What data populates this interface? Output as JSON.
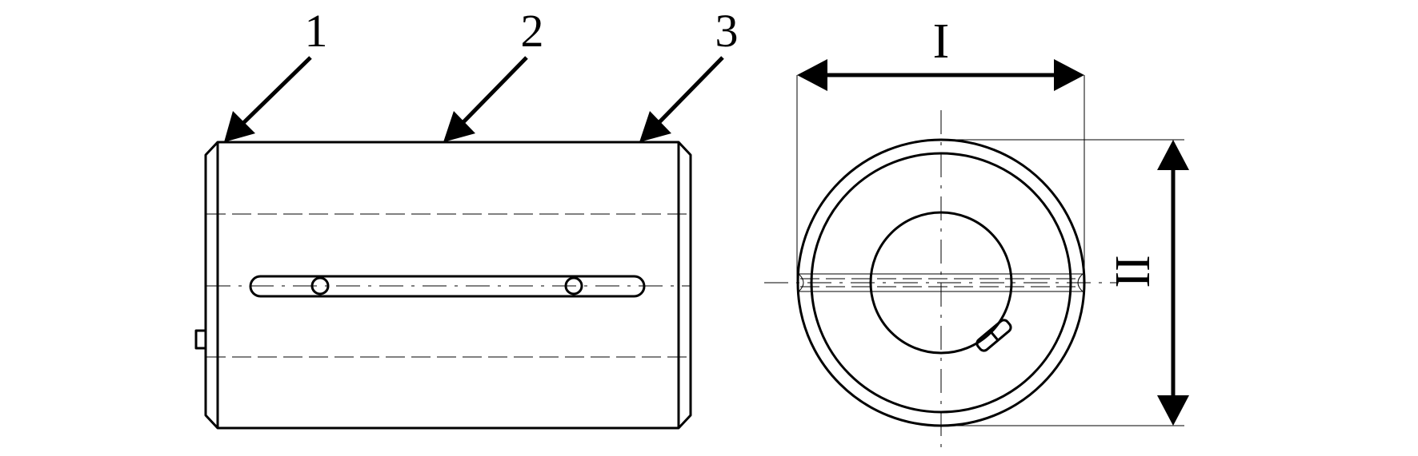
{
  "callouts": [
    {
      "id": "1",
      "label": "1"
    },
    {
      "id": "2",
      "label": "2"
    },
    {
      "id": "3",
      "label": "3"
    }
  ],
  "dimensions": {
    "width_label": "I",
    "height_label": "II"
  }
}
